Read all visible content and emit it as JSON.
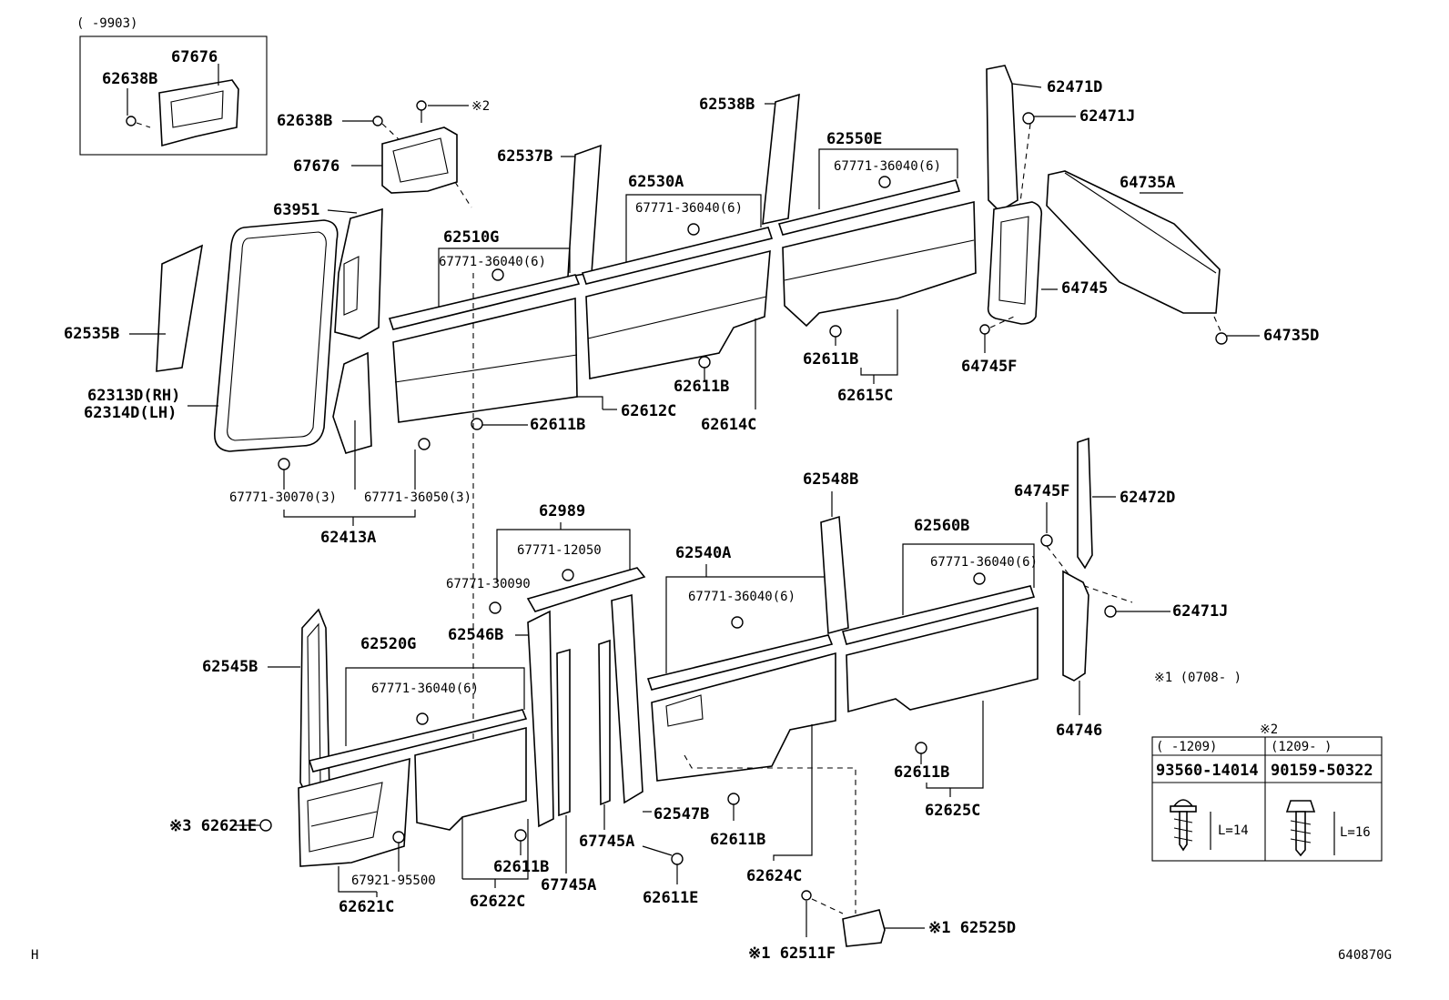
{
  "top_left_range": "(     -9903)",
  "inset": {
    "l1": "67676",
    "l2": "62638B"
  },
  "labels": {
    "p62638B": "62638B",
    "mark2_top": "※2",
    "p67676": "67676",
    "p63951": "63951",
    "p62535B": "62535B",
    "p62313D": "62313D(RH)",
    "p62314D": "62314D(LH)",
    "p6777130070_3": "67771-30070(3)",
    "p6777136050_3": "67771-36050(3)",
    "p62413A": "62413A",
    "p62537B": "62537B",
    "p62510G": "62510G",
    "p67771_36040_a": "67771-36040(6)",
    "p62530A": "62530A",
    "p67771_36040_b": "67771-36040(6)",
    "p62538B": "62538B",
    "p62611B_a": "62611B",
    "p62612C": "62612C",
    "p62611B_b": "62611B",
    "p62614C": "62614C",
    "p62550E": "62550E",
    "p67771_36040_c": "67771-36040(6)",
    "p62611B_c": "62611B",
    "p62615C": "62615C",
    "p62471D": "62471D",
    "p62471J_a": "62471J",
    "p64735A": "64735A",
    "p64745": "64745",
    "p64745F_a": "64745F",
    "p64735D": "64735D",
    "p62989": "62989",
    "p67771_12050": "67771-12050",
    "p67771_30090": "67771-30090",
    "p62546B": "62546B",
    "p62545B": "62545B",
    "p62520G": "62520G",
    "p67771_36040_d": "67771-36040(6)",
    "p62621E": "※3 62621E",
    "p67921_95500": "67921-95500",
    "p62621C": "62621C",
    "p62611B_d": "62611B",
    "p62622C": "62622C",
    "p67745A_a": "67745A",
    "p67745A_b": "67745A",
    "p62547B": "62547B",
    "p62611E": "62611E",
    "p62540A": "62540A",
    "p67771_36040_e": "67771-36040(6)",
    "p62611B_e": "62611B",
    "p62624C": "62624C",
    "p62548B": "62548B",
    "p62560B": "62560B",
    "p67771_36040_f": "67771-36040(6)",
    "p62611B_f": "62611B",
    "p62625C": "62625C",
    "p64745F_b": "64745F",
    "p62472D": "62472D",
    "p62471J_b": "62471J",
    "p64746": "64746",
    "p62511F": "※1 62511F",
    "p62525D": "※1 62525D",
    "note1": "※1 (0708-      )"
  },
  "table": {
    "title": "※2",
    "col1_range": "(     -1209)",
    "col2_range": "(1209-      )",
    "col1_part": "93560-14014",
    "col2_part": "90159-50322",
    "col1_len": "L=14",
    "col2_len": "L=16"
  },
  "footer": {
    "left": "H",
    "right": "640870G"
  }
}
